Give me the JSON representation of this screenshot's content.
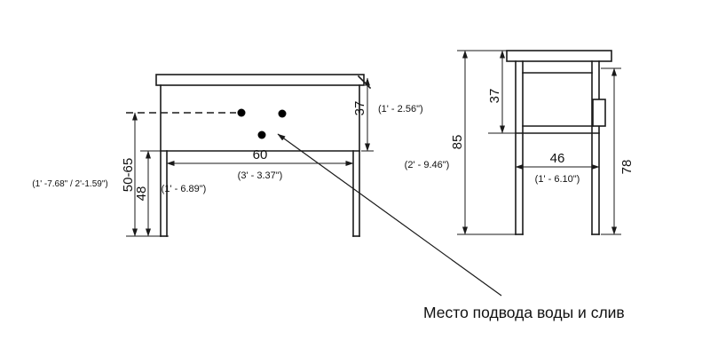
{
  "front_view": {
    "width_value": "60",
    "width_imperial": "(3' - 3.37\")",
    "top_height_value": "37",
    "top_height_imperial": "(1' - 2.56\")",
    "supply_height_value": "50-65",
    "supply_height_imperial": "(1' -7.68\" / 2'-1.59\")",
    "clearance_value": "48",
    "clearance_imperial": "(1' - 6.89\")"
  },
  "side_view": {
    "total_height_value": "85",
    "total_height_imperial": "(2' - 9.46\")",
    "top_height_value": "37",
    "depth_value": "46",
    "depth_imperial": "(1' - 6.10\")",
    "under_top_value": "78"
  },
  "note": {
    "water_label": "Место подвода воды и слив"
  }
}
